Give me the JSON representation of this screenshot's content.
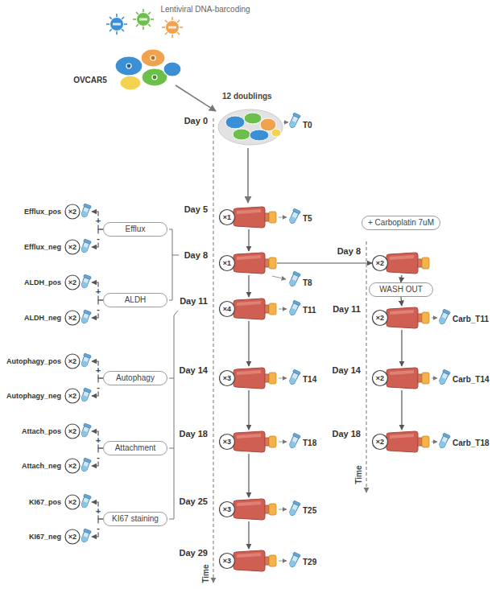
{
  "diagram": {
    "nodes": [
      {
        "text": [
          "Efflux"
        ]
      },
      {
        "text": [
          "ALDH"
        ]
      },
      {
        "text": [
          "Autophagy"
        ]
      },
      {
        "text": [
          "Attachment"
        ]
      },
      {
        "text": [
          "KI67 staining"
        ]
      },
      {
        "text": [
          "×2"
        ]
      },
      {
        "text": [
          "×2"
        ]
      },
      {
        "text": [
          "×2"
        ]
      },
      {
        "text": [
          "×2"
        ]
      },
      {
        "text": [
          "×2"
        ]
      },
      {
        "text": [
          "×2"
        ]
      },
      {
        "text": [
          "×2"
        ]
      },
      {
        "text": [
          "×2"
        ]
      },
      {
        "text": [
          "×2"
        ]
      },
      {
        "text": [
          "×2"
        ]
      },
      {
        "text": [
          "×1"
        ]
      },
      {
        "text": [
          "×1"
        ]
      },
      {
        "text": [
          "×4"
        ]
      },
      {
        "text": [
          "×3"
        ]
      },
      {
        "text": [
          "×3"
        ]
      },
      {
        "text": [
          "×3"
        ]
      },
      {
        "text": [
          "×3"
        ]
      },
      {
        "text": [
          "+ Carboplatin 7uM"
        ]
      },
      {
        "text": [
          "×2"
        ]
      },
      {
        "text": [
          "WASH OUT"
        ]
      },
      {
        "text": [
          "×2"
        ]
      },
      {
        "text": [
          "×2"
        ]
      },
      {
        "text": [
          "×2"
        ]
      }
    ],
    "edges": [
      {
        "from": 0,
        "to": 5,
        "label": "+",
        "arrow": "to"
      },
      {
        "from": 0,
        "to": 6,
        "label": "-",
        "arrow": "to"
      },
      {
        "from": 1,
        "to": 7,
        "label": "+",
        "arrow": "to"
      },
      {
        "from": 1,
        "to": 8,
        "label": "-",
        "arrow": "to"
      },
      {
        "from": 2,
        "to": 9,
        "label": "+",
        "arrow": "to"
      },
      {
        "from": 2,
        "to": 10,
        "label": "-",
        "arrow": "to"
      },
      {
        "from": 3,
        "to": 11,
        "label": "+",
        "arrow": "to"
      },
      {
        "from": 3,
        "to": 12,
        "label": "-",
        "arrow": "to"
      },
      {
        "from": 4,
        "to": 13,
        "label": "+",
        "arrow": "to"
      },
      {
        "from": 4,
        "to": 14,
        "label": "-",
        "arrow": "to"
      },
      {
        "from": 15,
        "to": 16,
        "arrow": "to"
      },
      {
        "from": 16,
        "to": 17,
        "arrow": "to"
      },
      {
        "from": 17,
        "to": 18,
        "arrow": "to"
      },
      {
        "from": 18,
        "to": 19,
        "arrow": "to"
      },
      {
        "from": 19,
        "to": 20,
        "arrow": "to"
      },
      {
        "from": 20,
        "to": 21,
        "arrow": "to"
      },
      {
        "from": 16,
        "to": 23,
        "arrow": "to"
      },
      {
        "from": 23,
        "to": 24,
        "arrow": "to"
      },
      {
        "from": 24,
        "to": 25,
        "arrow": "to"
      },
      {
        "from": 25,
        "to": 26,
        "arrow": "to"
      },
      {
        "from": 26,
        "to": 27,
        "arrow": "to"
      }
    ],
    "labels": [
      "Lentiviral DNA-barcoding",
      "OVCAR5",
      "12 doublings",
      "Day 0",
      "T0",
      "Day 5",
      "T5",
      "Day 8",
      "T8",
      "Day 11",
      "T11",
      "Day 14",
      "T14",
      "Day 18",
      "T18",
      "Day 25",
      "T25",
      "Day 29",
      "T29",
      "Time",
      "Efflux_pos",
      "Efflux_neg",
      "ALDH_pos",
      "ALDH_neg",
      "Autophagy_pos",
      "Autophagy_neg",
      "Attach_pos",
      "Attach_neg",
      "KI67_pos",
      "KI67_neg",
      "Day 8",
      "Day 11",
      "Carb_T11",
      "Day 14",
      "Carb_T14",
      "Day 18",
      "Carb_T18",
      "Time"
    ]
  }
}
